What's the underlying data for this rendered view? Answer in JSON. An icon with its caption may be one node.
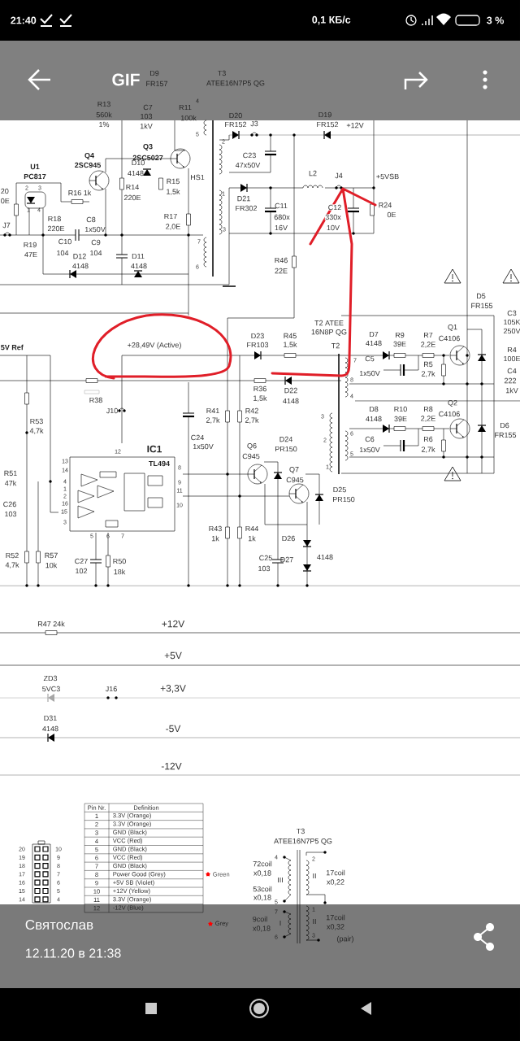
{
  "diagram": {
    "labels": [
      "21:40",
      "0,1 КБ/с",
      "3 %",
      "GIF",
      "D9",
      "FR157",
      "T3",
      "ATEE16N7P5 QG",
      "R13",
      "560k",
      "C7",
      "103",
      "R11",
      "100k",
      "4",
      "D20",
      "D19",
      "1%",
      "1kV",
      "FR152",
      "J3",
      "FR152",
      "+12V",
      "5",
      "2",
      "Q3",
      "2SC5027",
      "C23",
      "47x50V",
      "Q4",
      "2SC945",
      "D10",
      "4148",
      "U1",
      "PC817",
      "HS1",
      "L2",
      "J4",
      "+5VSB",
      "R15",
      "20",
      "2",
      "3",
      "R16 1k",
      "R14",
      "1,5k",
      "1",
      "0E",
      "220E",
      "D21",
      "FR302",
      "C11",
      "C12",
      "R24",
      "680x",
      "330x",
      "0E",
      "16V",
      "10V",
      "1",
      "4",
      "R18",
      "220E",
      "C8",
      "1x50V",
      "J7",
      "R17",
      "2,0E",
      "3",
      "7",
      "C10",
      "104",
      "R19",
      "47E",
      "C9",
      "104",
      "D12",
      "4148",
      "D11",
      "4148",
      "R46",
      "22E",
      "6",
      "D5",
      "FR155",
      "C3",
      "105K",
      "250V",
      "T2 ATEE",
      "16N8P QG",
      "5V Ref",
      "+28,49V (Active)",
      "D23",
      "FR103",
      "R45",
      "1,5k",
      "T2",
      "D7",
      "4148",
      "R9",
      "39E",
      "R7",
      "2,2E",
      "Q1",
      "C4106",
      "R4",
      "7",
      "C5",
      "100E",
      "1x50V",
      "R5",
      "2,7k",
      "C4",
      "222",
      "1kV",
      "8",
      "R36",
      "1,5k",
      "D22",
      "4148",
      "4",
      "R38",
      "J10",
      "R41",
      "R42",
      "D8",
      "R10",
      "R8",
      "Q2",
      "R53",
      "2,7k",
      "2,7k",
      "3",
      "4148",
      "39E",
      "2,2E",
      "C4106",
      "D6",
      "4,7k",
      "6",
      "FR155",
      "C24",
      "D24",
      "2",
      "C6",
      "R6",
      "1x50V",
      "Q6",
      "PR150",
      "1x50V",
      "2,7k",
      "C945",
      "IC1",
      "TL494",
      "12",
      "5",
      "Q7",
      "C945",
      "1",
      "R51",
      "47k",
      "D25",
      "PR150",
      "C26",
      "103",
      "13",
      "14",
      "4",
      "1",
      "2",
      "16",
      "15",
      "3",
      "5",
      "6",
      "7",
      "8",
      "9",
      "11",
      "10",
      "R43",
      "1k",
      "R44",
      "1k",
      "R52",
      "4,7k",
      "R57",
      "10k",
      "C27",
      "102",
      "R50",
      "18k",
      "C25",
      "103",
      "D26",
      "D27",
      "4148",
      "R47 24k",
      "+12V",
      "+5V",
      "ZD3",
      "5VC3",
      "J16",
      "+3,3V",
      "D31",
      "4148",
      "-5V",
      "-12V",
      "Pin Nr.",
      "Definition",
      "1",
      "3.3V (Orange)",
      "2",
      "3.3V (Orange)",
      "3",
      "GND (Black)",
      "4",
      "VCC (Red)",
      "5",
      "GND (Black)",
      "6",
      "VCC (Red)",
      "7",
      "GND (Black)",
      "8",
      "Power Good (Grey)",
      "9",
      "+5V SB (Violet)",
      "10",
      "+12V (Yellow)",
      "11",
      "3.3V (Orange)",
      "12",
      "-12V (Blue)",
      "Green",
      "20",
      "10",
      "19",
      "9",
      "18",
      "8",
      "17",
      "7",
      "16",
      "6",
      "15",
      "5",
      "14",
      "4",
      "T3",
      "ATEE16N7P5 QG",
      "4",
      "2",
      "72coil",
      "x0,18",
      "II",
      "17coil",
      "III",
      "x0,22",
      "53coil",
      "x0,18",
      "5",
      "7",
      "1",
      "Grey",
      "9coil",
      "I",
      "II",
      "17coil",
      "x0,18",
      "x0,32",
      "6",
      "3",
      "(pair)",
      "Святослав",
      "12.11.20 в 21:38"
    ]
  }
}
